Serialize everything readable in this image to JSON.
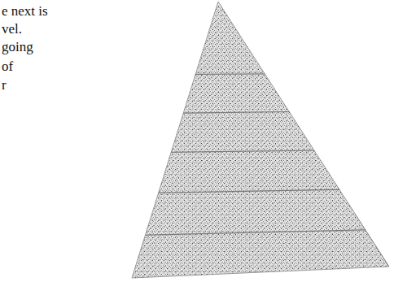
{
  "diagram": {
    "labels": [
      "e next is",
      "vel.",
      "going",
      "of",
      "r"
    ]
  }
}
